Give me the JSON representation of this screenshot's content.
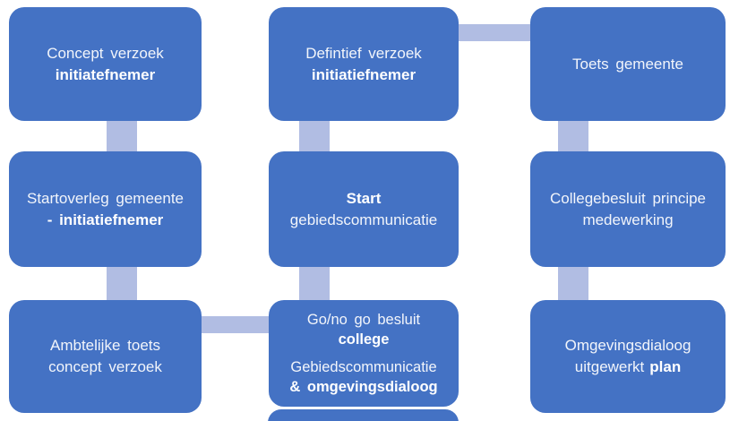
{
  "diagram": {
    "colors": {
      "box_fill": "#4472C4",
      "connector_fill": "#B1BDE3",
      "text_color": "#FFFFFF"
    },
    "boxes": [
      {
        "name": "concept-verzoek-initiatiefnemer",
        "lines": [
          {
            "text": "Concept verzoek",
            "bold": false
          },
          {
            "text": "initiatefnemer",
            "bold": true
          }
        ]
      },
      {
        "name": "definitief-verzoek-initiatiefnemer",
        "lines": [
          {
            "text": "Defintief verzoek",
            "bold": false
          },
          {
            "text": "initiatiefnemer",
            "bold": true
          }
        ]
      },
      {
        "name": "toets-gemeente",
        "lines": [
          {
            "text": "Toets gemeente",
            "bold": false
          }
        ]
      },
      {
        "name": "startoverleg-gemeente-initiatiefnemer",
        "lines": [
          {
            "text": "Startoverleg gemeente",
            "bold": false
          },
          {
            "text": "- initiatiefnemer",
            "bold": true
          }
        ]
      },
      {
        "name": "start-gebiedscommunicatie",
        "lines": [
          {
            "text": "Start",
            "bold": true
          },
          {
            "text": "gebiedscommunicatie",
            "bold": false
          }
        ]
      },
      {
        "name": "collegebesluit-principe-medewerking",
        "lines": [
          {
            "text": "Collegebesluit principe",
            "bold": false
          },
          {
            "text": "medewerking",
            "bold": false
          }
        ]
      },
      {
        "name": "ambtelijke-toets-concept-verzoek",
        "lines": [
          {
            "text": "Ambtelijke toets",
            "bold": false
          },
          {
            "text": "concept verzoek",
            "bold": false
          }
        ]
      },
      {
        "name": "go-no-go-besluit-college",
        "lines": [
          {
            "text": "Go/no go besluit",
            "bold": false
          },
          {
            "text": "college",
            "bold": true
          },
          {
            "text": "Gebiedscommunicatie",
            "bold": false
          },
          {
            "text": "& omgevingsdialoog",
            "bold": true
          }
        ]
      },
      {
        "name": "omgevingsdialoog-uitgewerkt-plan",
        "lines": [
          {
            "text": "Omgevingsdialoog",
            "bold": false
          },
          {
            "text": "uitgewerkt",
            "bold": false
          },
          {
            "text": "plan",
            "bold": true
          }
        ]
      },
      {
        "name": "next-step-partial",
        "lines": []
      }
    ]
  }
}
